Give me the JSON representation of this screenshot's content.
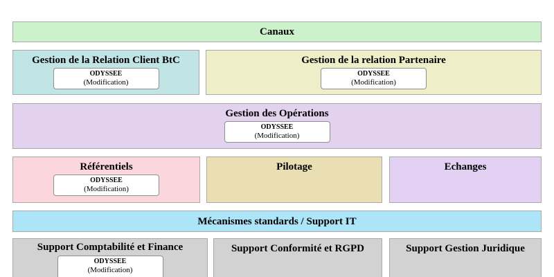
{
  "diagram": {
    "background": "#ffffff",
    "panel_border_color": "#a9a9a9",
    "app_box_border_color": "#8f8f8f",
    "canaux": {
      "title": "Canaux",
      "bg": "#ccf2cc"
    },
    "client_btc": {
      "title": "Gestion de la Relation Client BtC",
      "app": "ODYSSEE",
      "app_note": "(Modification)",
      "bg": "#c1e5e5"
    },
    "partenaire": {
      "title": "Gestion de la relation Partenaire",
      "app": "ODYSSEE",
      "app_note": "(Modification)",
      "bg": "#eeeec9"
    },
    "operations": {
      "title": "Gestion des Opérations",
      "app": "ODYSSEE",
      "app_note": "(Modification)",
      "bg": "#e2d2ee"
    },
    "referentiels": {
      "title": "Référentiels",
      "app": "ODYSSEE",
      "app_note": "(Modification)",
      "bg": "#fbd7dd"
    },
    "pilotage": {
      "title": "Pilotage",
      "bg": "#e9dfb2"
    },
    "echanges": {
      "title": "Echanges",
      "bg": "#e3d1f4"
    },
    "support_it": {
      "title": "Mécanismes standards / Support IT",
      "bg": "#ace5f7"
    },
    "support_compta": {
      "title": "Support Comptabilité et Finance",
      "app": "ODYSSEE",
      "app_note": "(Modification)",
      "bg": "#d2d2d2"
    },
    "support_conformite": {
      "title": "Support Conformité et RGPD",
      "bg": "#d2d2d2"
    },
    "support_juridique": {
      "title": "Support Gestion Juridique",
      "bg": "#d2d2d2"
    }
  }
}
